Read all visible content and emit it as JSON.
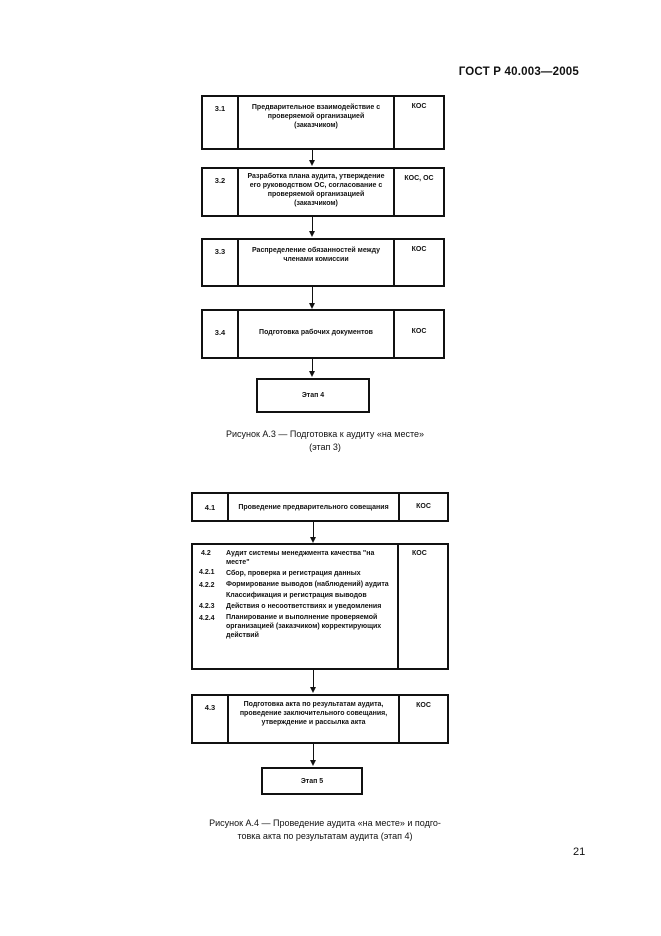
{
  "header": {
    "standard": "ГОСТ Р 40.003—2005"
  },
  "figure_a3": {
    "steps": [
      {
        "num": "3.1",
        "text": "Предварительное взаимодействие с проверяемой организацией (заказчиком)",
        "who": "КОС"
      },
      {
        "num": "3.2",
        "text": "Разработка плана аудита, утверждение его руководством ОС, согласование с проверяемой организацией (заказчиком)",
        "who": "КОС, ОС"
      },
      {
        "num": "3.3",
        "text": "Распределение обязанностей между членами комиссии",
        "who": "КОС"
      },
      {
        "num": "3.4",
        "text": "Подготовка рабочих документов",
        "who": "КОС"
      }
    ],
    "terminal": "Этап 4",
    "caption_line1": "Рисунок А.3 — Подготовка к аудиту «на месте»",
    "caption_line2": "(этап 3)"
  },
  "figure_a4": {
    "step1": {
      "num": "4.1",
      "text": "Проведение предварительного совещания",
      "who": "КОС"
    },
    "step2": {
      "nums": [
        "4.2",
        "4.2.1",
        "4.2.2",
        "4.2.3",
        "4.2.4"
      ],
      "items": [
        "Аудит системы менеджмента качества \"на месте\"",
        "Сбор, проверка и регистрация данных",
        "Формирование выводов (наблюдений) аудита",
        "Классификация и регистрация выводов",
        "Действия о несоответствиях и уведомления",
        "Планирование и выполнение проверяемой организацией (заказчиком) корректирующих действий"
      ],
      "who": "КОС"
    },
    "step3": {
      "num": "4.3",
      "text": "Подготовка акта по результатам аудита, проведение заключительного совещания, утверждение и рассылка акта",
      "who": "КОС"
    },
    "terminal": "Этап 5",
    "caption_line1": "Рисунок А.4 — Проведение аудита «на месте» и подго-",
    "caption_line2": "товка акта по результатам аудита (этап 4)"
  },
  "footer": {
    "page": "21"
  }
}
